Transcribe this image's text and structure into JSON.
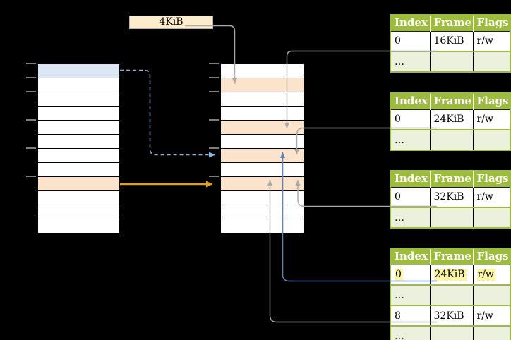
{
  "palette": {
    "table_header_green": "#9dbb3d",
    "table_row_light": "#ebf1dc",
    "highlight_yellow": "#fcf6a4",
    "row_blue": "#dbe7f5",
    "row_orange": "#fce4cc",
    "label_cream": "#fdedcb",
    "connector_gray": "#a9a9a9",
    "connector_blue": "#5e82ba",
    "connector_blue_dashed": "#8db3e2",
    "connector_orange": "#dfa11f",
    "tick_gray": "#7f7f7f"
  },
  "size_label": {
    "text": "4KiB"
  },
  "left_column": {
    "rows": [
      "blue",
      "white",
      "white",
      "white",
      "white",
      "white",
      "white",
      "white",
      "orange",
      "white",
      "white",
      "white"
    ]
  },
  "middle_column": {
    "rows": [
      "white",
      "orange",
      "white",
      "white",
      "orange",
      "white",
      "orange",
      "white",
      "orange",
      "white",
      "white",
      "white"
    ]
  },
  "tables": [
    {
      "headers": [
        "Index",
        "Frame",
        "Flags"
      ],
      "rows": [
        {
          "cells": [
            "0",
            "16KiB",
            "r/w"
          ]
        },
        {
          "cells": [
            "…",
            "",
            ""
          ]
        }
      ]
    },
    {
      "headers": [
        "Index",
        "Frame",
        "Flags"
      ],
      "rows": [
        {
          "cells": [
            "0",
            "24KiB",
            "r/w"
          ]
        },
        {
          "cells": [
            "…",
            "",
            ""
          ]
        }
      ]
    },
    {
      "headers": [
        "Index",
        "Frame",
        "Flags"
      ],
      "rows": [
        {
          "cells": [
            "0",
            "32KiB",
            "r/w"
          ]
        },
        {
          "cells": [
            "…",
            "",
            ""
          ]
        }
      ]
    },
    {
      "headers": [
        "Index",
        "Frame",
        "Flags"
      ],
      "rows": [
        {
          "cells": [
            "0",
            "24KiB",
            "r/w"
          ],
          "highlighted": true
        },
        {
          "cells": [
            "…",
            "",
            ""
          ]
        },
        {
          "cells": [
            "8",
            "32KiB",
            "r/w"
          ]
        },
        {
          "cells": [
            "…",
            "",
            ""
          ]
        }
      ]
    }
  ],
  "connectors": [
    {
      "name": "label-to-frame",
      "style": "gray-solid-arrow-down"
    },
    {
      "name": "table1-row0-to-frame",
      "style": "gray-solid-arrow-down"
    },
    {
      "name": "table2-row0-to-frame",
      "style": "gray-solid-arrow-down"
    },
    {
      "name": "table3-row0-to-frame",
      "style": "gray-solid-arrow-up"
    },
    {
      "name": "table4-row0-to-frame",
      "style": "blue-solid-arrow-up"
    },
    {
      "name": "table4-row8-to-frame",
      "style": "gray-solid-arrow-up"
    },
    {
      "name": "left-row0-to-middle",
      "style": "blue-dashed-arrow-right"
    },
    {
      "name": "left-row8-to-middle",
      "style": "orange-solid-arrow-right"
    }
  ]
}
